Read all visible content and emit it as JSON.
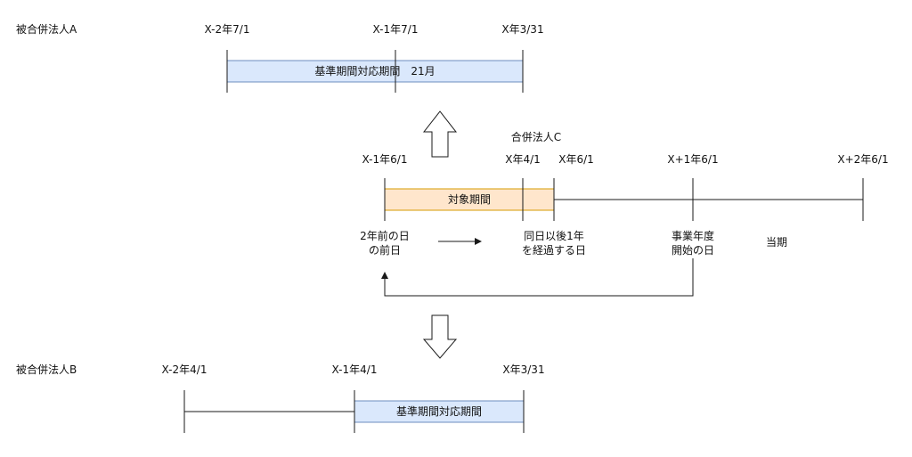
{
  "colors": {
    "blue_fill": "#dae8fc",
    "blue_stroke": "#6c8ebf",
    "orange_fill": "#ffe6cc",
    "orange_stroke": "#d79b00",
    "line": "#1a1a1a"
  },
  "entityA": {
    "label": "被合併法人A",
    "dates": [
      "X-2年7/1",
      "X-1年7/1",
      "X年3/31"
    ],
    "box_label": "基準期間対応期間　21月"
  },
  "entityC": {
    "label": "合併法人C",
    "dates": [
      "X-1年6/1",
      "X年4/1",
      "X年6/1",
      "X+1年6/1",
      "X+2年6/1"
    ],
    "box_label": "対象期間",
    "notes": {
      "left": [
        "2年前の日",
        "の前日"
      ],
      "mid": [
        "同日以後1年",
        "を経過する日"
      ],
      "right": [
        "事業年度",
        "開始の日"
      ],
      "current": "当期"
    }
  },
  "entityB": {
    "label": "被合併法人B",
    "dates": [
      "X-2年4/1",
      "X-1年4/1",
      "X年3/31"
    ],
    "box_label": "基準期間対応期間"
  },
  "icons": [
    "up-arrow-icon",
    "down-arrow-icon",
    "right-arrow-icon",
    "return-arrow-icon"
  ]
}
